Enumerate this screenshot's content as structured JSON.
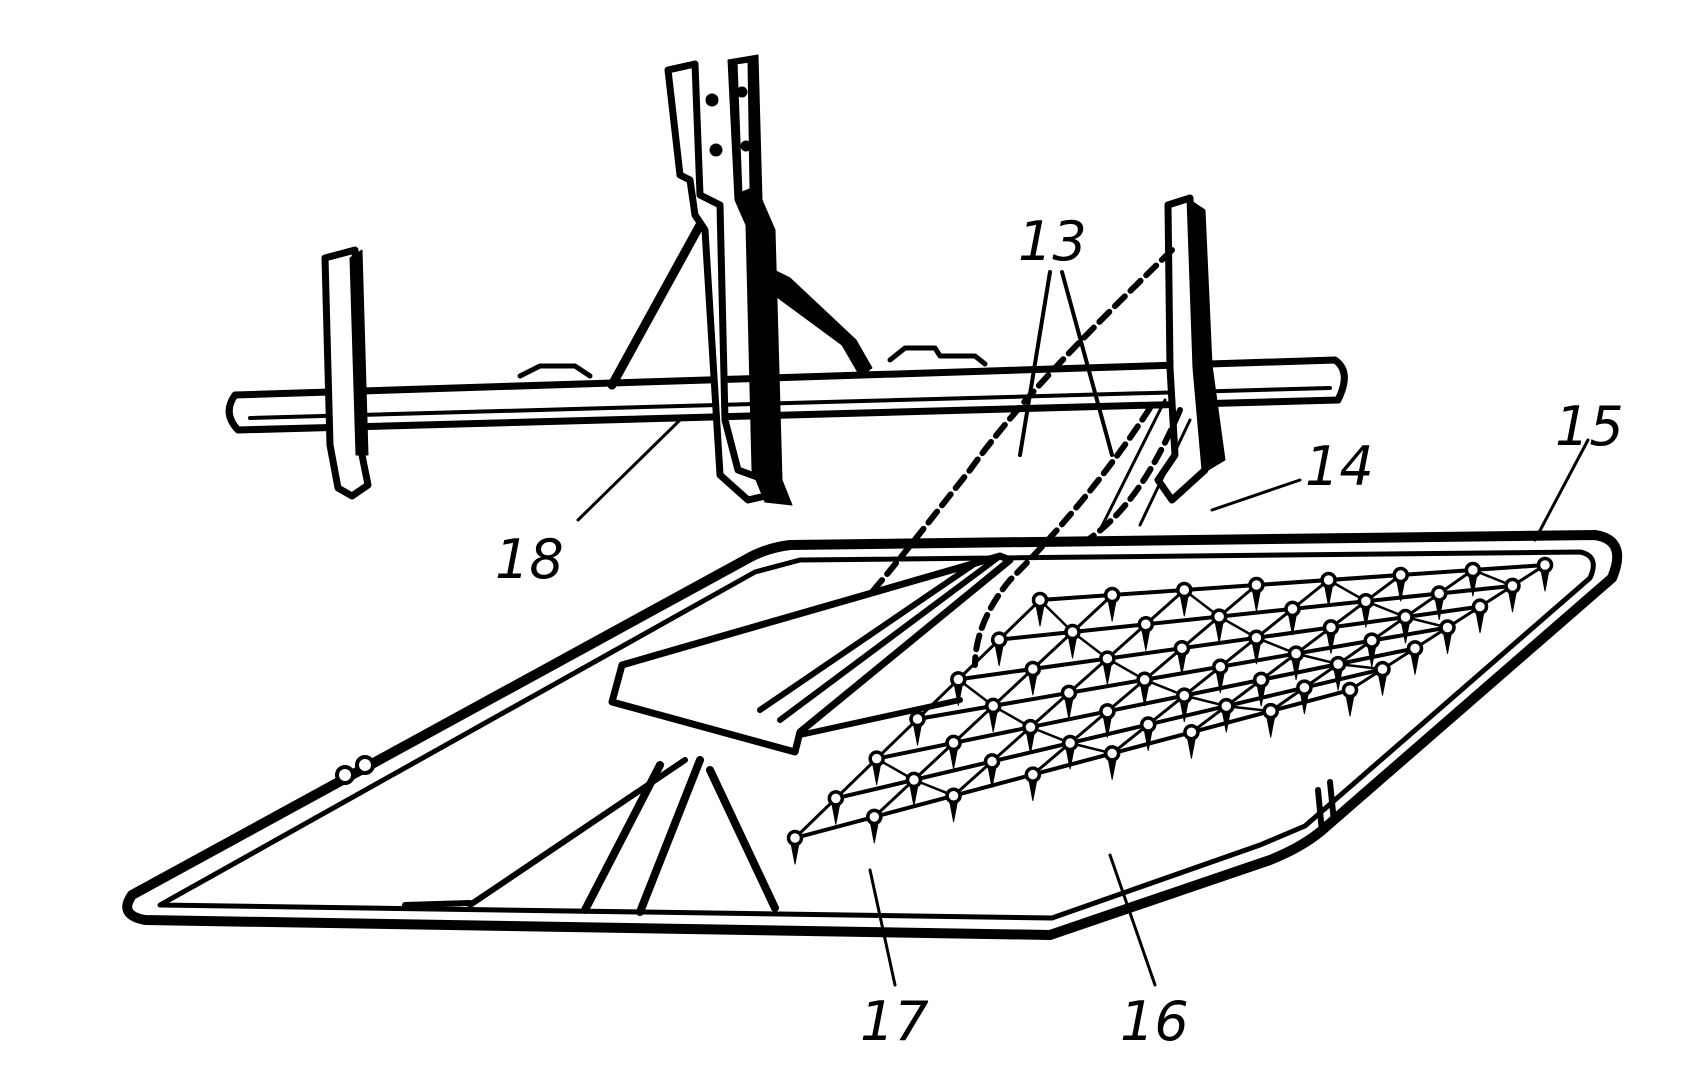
{
  "diagram": {
    "callouts": [
      {
        "id": "13",
        "text": "13"
      },
      {
        "id": "14",
        "text": "14"
      },
      {
        "id": "15",
        "text": "15"
      },
      {
        "id": "16",
        "text": "16"
      },
      {
        "id": "17",
        "text": "17"
      },
      {
        "id": "18",
        "text": "18"
      }
    ],
    "colors": {
      "ink": "#000000",
      "paper": "#ffffff"
    },
    "spikes": {
      "rows": 7,
      "cols": 8
    }
  }
}
